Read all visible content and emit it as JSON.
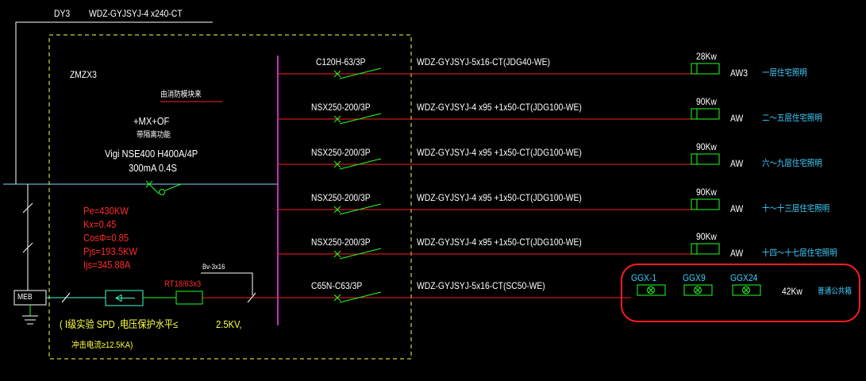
{
  "feeder": {
    "id": "DY3",
    "cable": "WDZ-GYJSYJ-4 x240-CT"
  },
  "panel": {
    "name": "ZMZX3",
    "fire_module_source": "由消防模块来",
    "main_breaker": {
      "accessories": "+MX+OF",
      "feature": "带隔离功能",
      "model": "Vigi NSE400 H400A/4P",
      "leakage": "300mA  0.4S"
    }
  },
  "load_calc": {
    "pe": "Pe=430KW",
    "kx": "Kx=0.45",
    "cos_phi": "CosΦ=0.85",
    "pjs": "Pjs=193.5KW",
    "ijs": "Ijs=345.88A"
  },
  "spd": {
    "wire": "Bv-3x16",
    "fuse": "RT18/63x3",
    "note_line1": "( Ⅰ级实验  SPD ,电压保护水平≤",
    "note_value": "2.5KV,",
    "note_line2": "冲击电流≥12.5KA)"
  },
  "meb": {
    "label": "MEB"
  },
  "branches": [
    {
      "breaker": "C120H-63/3P",
      "cable": "WDZ-GYJSYJ-5x16-CT(JDG40-WE)",
      "power": "28Kw",
      "box": "AW3",
      "description": "一层住宅照明"
    },
    {
      "breaker": "NSX250-200/3P",
      "cable": "WDZ-GYJSYJ-4 x95 +1x50-CT(JDG100-WE)",
      "power": "90Kw",
      "box": "AW",
      "description": "二～五层住宅照明"
    },
    {
      "breaker": "NSX250-200/3P",
      "cable": "WDZ-GYJSYJ-4 x95 +1x50-CT(JDG100-WE)",
      "power": "90Kw",
      "box": "AW",
      "description": "六～九层住宅照明"
    },
    {
      "breaker": "NSX250-200/3P",
      "cable": "WDZ-GYJSYJ-4 x95 +1x50-CT(JDG100-WE)",
      "power": "90Kw",
      "box": "AW",
      "description": "十～十三层住宅照明"
    },
    {
      "breaker": "NSX250-200/3P",
      "cable": "WDZ-GYJSYJ-4 x95 +1x50-CT(JDG100-WE)",
      "power": "90Kw",
      "box": "AW",
      "description": "十四～十七层住宅照明"
    }
  ],
  "public_branch": {
    "breaker": "C65N-C63/3P",
    "cable": "WDZ-GYJSYJ-5x16-CT(SC50-WE)",
    "boxes": [
      "GGX-1",
      "GGX9",
      "GGX24"
    ],
    "power": "42Kw",
    "description": "普通公共箱"
  },
  "colors": {
    "background": "#000000",
    "text": "#ffffff",
    "branch_line": "#ff2020",
    "breaker_symbol": "#20ff20",
    "bus": "#ff40ff",
    "panel_border": "#ffff40",
    "description": "#40d0ff",
    "calc_text": "#ff2a2a",
    "note_text": "#ffff40",
    "highlight": "#ff1a1a",
    "incoming_line": "#7fd8ff"
  }
}
